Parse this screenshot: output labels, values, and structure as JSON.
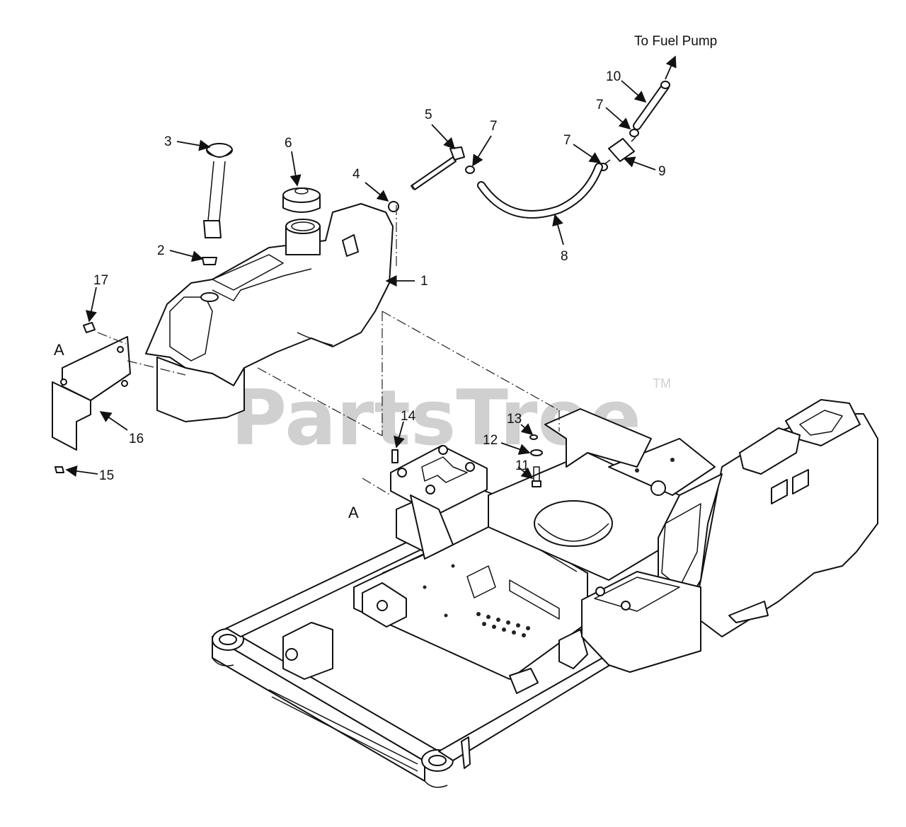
{
  "watermark": {
    "text": "PartsTree",
    "trademark": "TM"
  },
  "callouts": {
    "to_fuel_pump": "To Fuel Pump",
    "view_marker_a": "A",
    "labels": [
      {
        "id": "n1",
        "text": "1"
      },
      {
        "id": "n2",
        "text": "2"
      },
      {
        "id": "n3",
        "text": "3"
      },
      {
        "id": "n4",
        "text": "4"
      },
      {
        "id": "n5",
        "text": "5"
      },
      {
        "id": "n6",
        "text": "6"
      },
      {
        "id": "n7a",
        "text": "7"
      },
      {
        "id": "n7b",
        "text": "7"
      },
      {
        "id": "n7c",
        "text": "7"
      },
      {
        "id": "n8",
        "text": "8"
      },
      {
        "id": "n9",
        "text": "9"
      },
      {
        "id": "n10",
        "text": "10"
      },
      {
        "id": "n11",
        "text": "11"
      },
      {
        "id": "n12",
        "text": "12"
      },
      {
        "id": "n13",
        "text": "13"
      },
      {
        "id": "n14",
        "text": "14"
      },
      {
        "id": "n15",
        "text": "15"
      },
      {
        "id": "n16",
        "text": "16"
      },
      {
        "id": "n17",
        "text": "17"
      }
    ]
  },
  "icons": [
    "arrowhead-icon"
  ]
}
